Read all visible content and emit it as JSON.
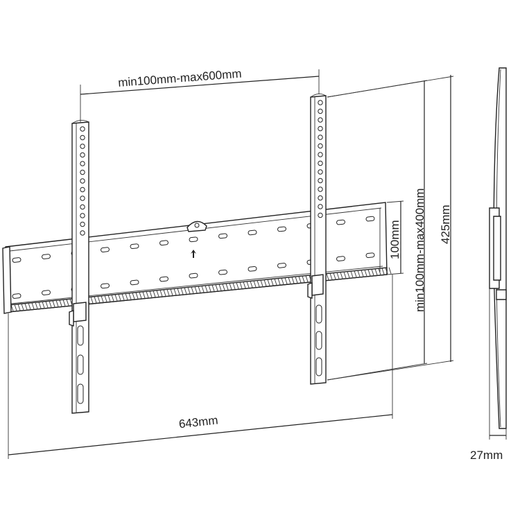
{
  "dimensions": {
    "horizontal_spacing": "min100mm-max600mm",
    "vertical_spacing": "min100mm-max400mm",
    "bracket_height": "100mm",
    "total_height": "425mm",
    "total_width": "643mm",
    "depth": "27mm"
  }
}
